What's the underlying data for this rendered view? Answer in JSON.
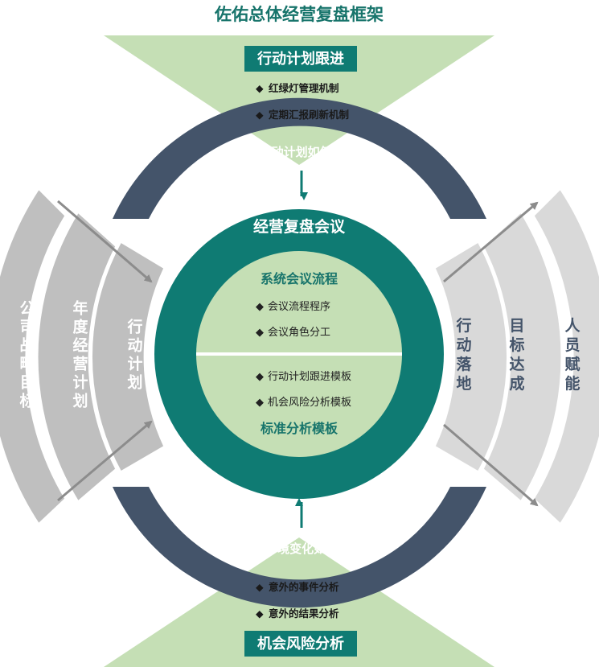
{
  "title": "佐佑总体经营复盘框架",
  "top": {
    "pill": "行动计划跟进",
    "bullets": [
      "红绿灯管理机制",
      "定期汇报刷新机制"
    ],
    "question": "既定行动计划如何落实?"
  },
  "bottom": {
    "pill": "机会风险分析",
    "bullets": [
      "意外的事件分析",
      "意外的结果分析"
    ],
    "question": "内外部环境变化如何影响?"
  },
  "center": {
    "ring_title": "经营复盘会议",
    "upper_heading": "系统会议流程",
    "upper_bullets": [
      "会议流程程序",
      "会议角色分工"
    ],
    "lower_bullets": [
      "行动计划跟进模板",
      "机会风险分析模板"
    ],
    "lower_heading": "标准分析模板"
  },
  "left_arcs": [
    "公司战略目标",
    "年度经营计划",
    "行动计划"
  ],
  "right_arcs": [
    "行动落地",
    "目标达成",
    "人员赋能"
  ],
  "colors": {
    "teal": "#0f7b73",
    "navy": "#44546a",
    "light_green": "#c5dfb5",
    "gray_arc": "#bfbfbf",
    "gray_arc_light": "#d9d9d9",
    "arrow_gray": "#8c8c8c"
  }
}
